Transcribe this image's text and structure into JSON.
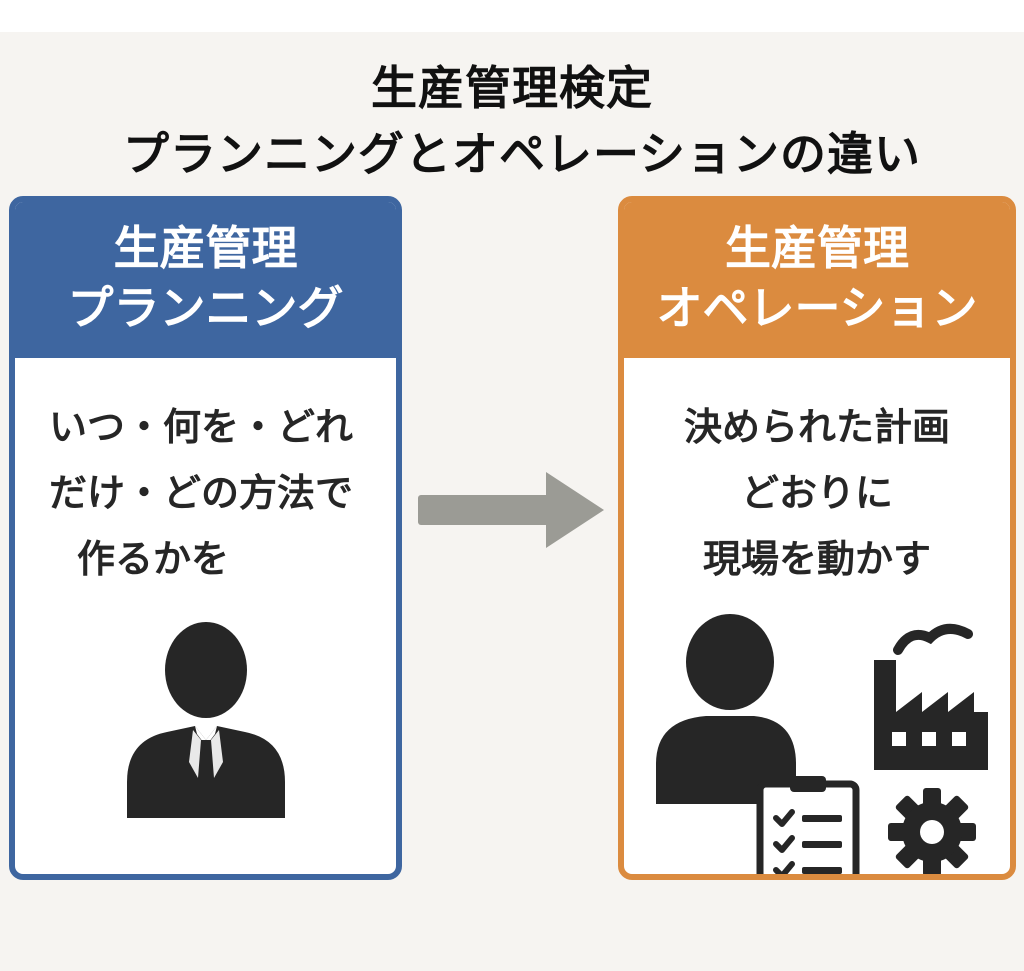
{
  "title": {
    "line1": "生産管理検定",
    "line2": "プランニングとオペレーションの違い"
  },
  "planning": {
    "header_line1": "生産管理",
    "header_line2": "プランニング",
    "body_lines": [
      "いつ・何を・どれ",
      "だけ・どの方法で",
      "作るかを"
    ],
    "icon": "businessman-icon",
    "color": "#3e66a0"
  },
  "operation": {
    "header_line1": "生産管理",
    "header_line2": "オペレーション",
    "body_lines": [
      "決められた計画",
      "どおりに",
      "現場を動かす"
    ],
    "icons": [
      "worker-icon",
      "factory-icon",
      "clipboard-checklist-icon",
      "gear-icon"
    ],
    "color": "#db8b3f"
  },
  "connector": {
    "icon": "arrow-right-icon",
    "color": "#9b9b95"
  }
}
